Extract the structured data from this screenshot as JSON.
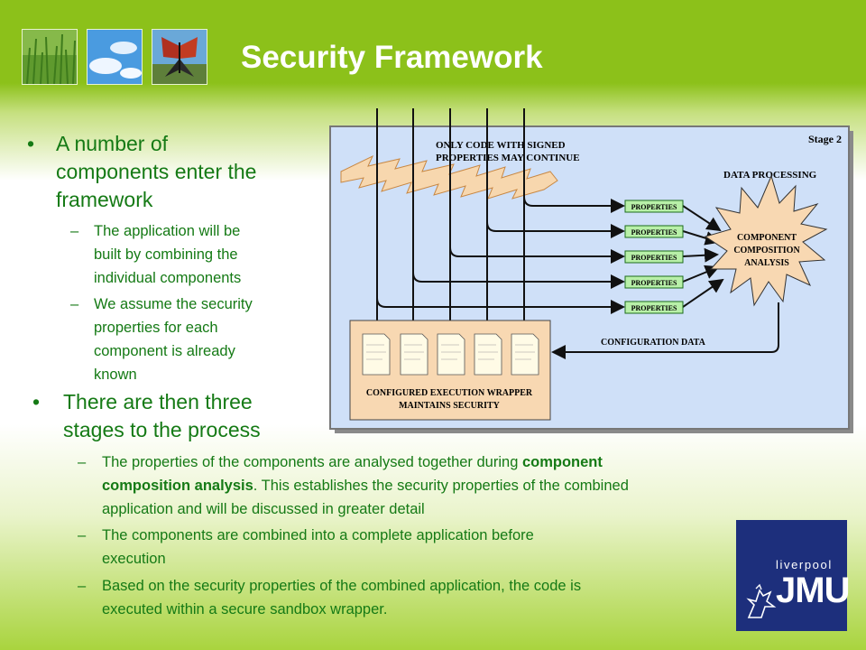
{
  "header": {
    "title": "Security Framework",
    "images": [
      "grass-photo",
      "sky-photo",
      "butterfly-photo"
    ]
  },
  "bullets": {
    "b1": {
      "lines": [
        "A number of",
        "components enter the",
        "framework"
      ],
      "subs": [
        {
          "lines": [
            "The application will be",
            "built by combining the",
            "individual components"
          ]
        },
        {
          "lines": [
            "We assume the security",
            "properties for each",
            "component is already",
            "known"
          ]
        }
      ]
    },
    "b2": {
      "lines": [
        "There are then three",
        "stages to the process"
      ],
      "subs": [
        {
          "l1a": "The properties of the components are analysed together during ",
          "l1b": "component",
          "l2a": "composition analysis",
          "l2b": ". This establishes the security properties of the combined",
          "l3": "application and will be discussed in greater detail"
        },
        {
          "lines": [
            "The components are combined into a complete application before",
            "execution"
          ]
        },
        {
          "lines": [
            "Based on the security properties of the combined application, the code is",
            "executed within a secure sandbox wrapper."
          ]
        }
      ]
    },
    "dash": "–",
    "dot": "•"
  },
  "diagram": {
    "stage": "Stage 2",
    "signed_note": [
      "ONLY CODE WITH SIGNED",
      "PROPERTIES MAY CONTINUE"
    ],
    "data_processing": "DATA PROCESSING",
    "properties_label": "PROPERTIES",
    "analysis_lines": [
      "COMPONENT",
      "COMPOSITION",
      "ANALYSIS"
    ],
    "config_data": "CONFIGURATION DATA",
    "wrapper_lines": [
      "CONFIGURED EXECUTION WRAPPER",
      "MAINTAINS SECURITY"
    ]
  },
  "logo": {
    "top": "liverpool",
    "main": "JMU"
  },
  "colors": {
    "green_text": "#157a15",
    "header_green": "#8cc11a",
    "diagram_bg": "#cfe0f8",
    "logo_blue": "#1d2f7c"
  }
}
